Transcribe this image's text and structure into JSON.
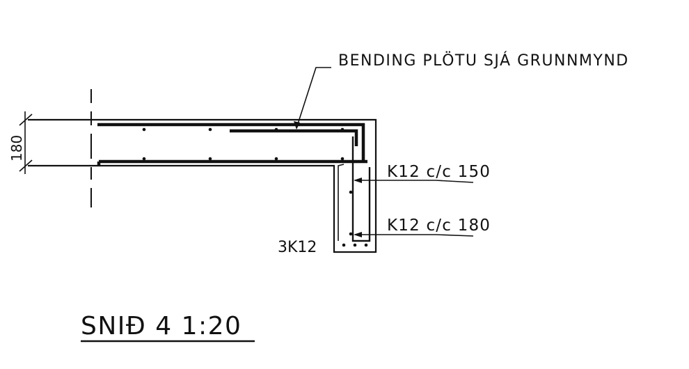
{
  "drawing": {
    "annotations": {
      "slab_reinforcement": "BENDING PLÖTU SJÁ GRUNNMYND",
      "rebar_upper": "K12 c/c 150",
      "rebar_lower": "K12 c/c 180",
      "bottom_bars": "3K12",
      "dimension_thickness": "180"
    },
    "title": "SNIÐ 4 1:20",
    "ink_color": "#111111"
  }
}
